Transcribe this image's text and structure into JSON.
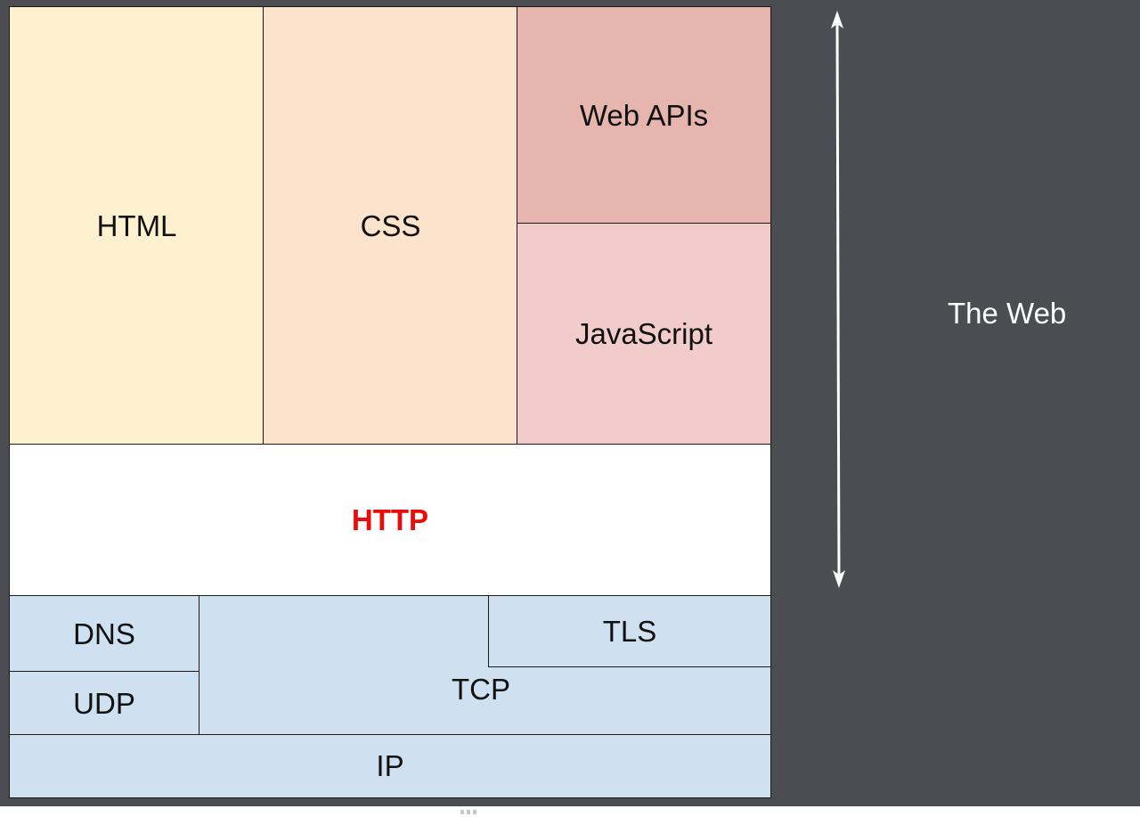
{
  "diagram": {
    "blocks": {
      "html": "HTML",
      "css": "CSS",
      "web_apis": "Web APIs",
      "javascript": "JavaScript",
      "http": "HTTP",
      "dns": "DNS",
      "udp": "UDP",
      "tcp": "TCP",
      "tls": "TLS",
      "ip": "IP"
    },
    "scope_label": "The Web",
    "colors": {
      "background": "#4c4d52",
      "html": "#fef1d0",
      "css": "#fbe3cc",
      "web_apis": "#e6b6ae",
      "javascript": "#f2cbcb",
      "http": "#ffffff",
      "http_text": "#ee0a0a",
      "network": "#cfe0f1"
    },
    "arrow_icon": "double-headed-vertical-arrow"
  }
}
